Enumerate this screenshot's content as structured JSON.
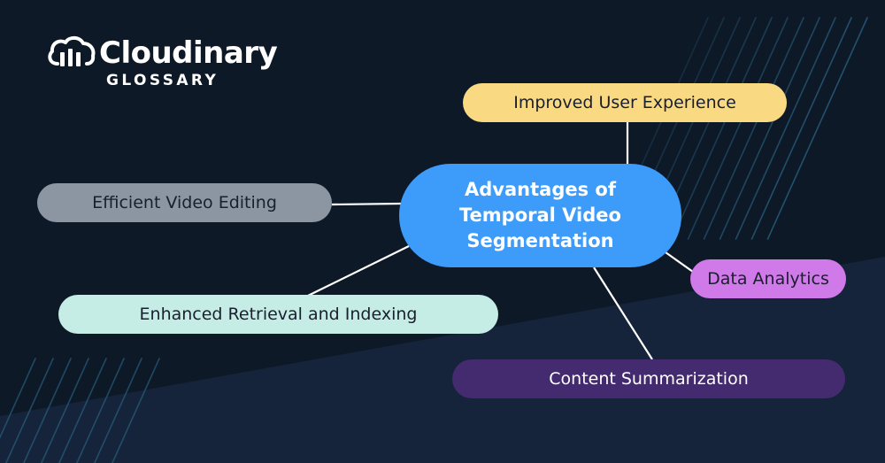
{
  "brand": {
    "name": "Cloudinary",
    "subtitle": "GLOSSARY",
    "logo_icon": "cloud-logo-icon"
  },
  "diagram": {
    "type": "mind-map",
    "center": {
      "lines": [
        "Advantages of",
        "Temporal Video",
        "Segmentation"
      ]
    },
    "branches": [
      {
        "id": "ux",
        "label": "Improved User Experience",
        "color": "#f9d982"
      },
      {
        "id": "edit",
        "label": "Efficient Video Editing",
        "color": "#8c96a3"
      },
      {
        "id": "analytics",
        "label": "Data Analytics",
        "color": "#d079e8"
      },
      {
        "id": "retrieval",
        "label": "Enhanced Retrieval and Indexing",
        "color": "#c6ede5"
      },
      {
        "id": "summary",
        "label": "Content Summarization",
        "color": "#442a6e"
      }
    ],
    "center_color": "#3d9bfa",
    "connector_color": "#ffffff"
  },
  "colors": {
    "background_dark": "#0e1928",
    "background_band": "#15243a",
    "stripe": "#2b6a8a"
  }
}
